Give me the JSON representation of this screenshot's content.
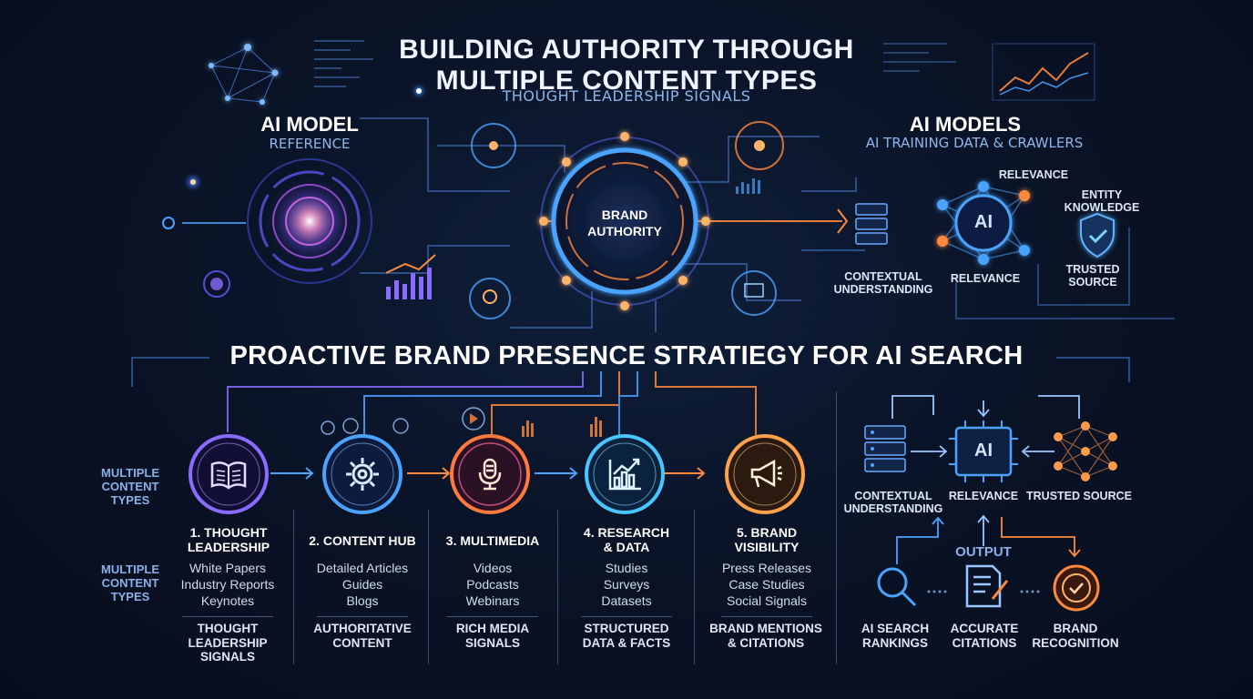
{
  "header": {
    "title_line1": "BUILDING AUTHORITY THROUGH",
    "title_line2": "MULTIPLE CONTENT TYPES",
    "subtitle": "THOUGHT LEADERSHIP SIGNALS"
  },
  "left_panel": {
    "title": "AI MODEL",
    "subtitle": "REFERENCE"
  },
  "hub": {
    "line1": "BRAND",
    "line2": "AUTHORITY"
  },
  "right_panel": {
    "title": "AI MODELS",
    "subtitle": "AI TRAINING DATA & CRAWLERS",
    "ai_chip": "AI",
    "labels": {
      "relevance_top": "RELEVANCE",
      "entity_line1": "ENTITY",
      "entity_line2": "KNOWLEDGE",
      "contextual_line1": "CONTEXTUAL",
      "contextual_line2": "UNDERSTANDING",
      "relevance_bottom": "RELEVANCE",
      "trusted_line1": "TRUSTED",
      "trusted_line2": "SOURCE"
    }
  },
  "banner": "PROACTIVE BRAND PRESENCE STRATIEGY FOR AI SEARCH",
  "side_labels": {
    "top": [
      "MULTIPLE",
      "CONTENT",
      "TYPES"
    ],
    "bottom": [
      "MULTIPLE",
      "CONTENT",
      "TYPES"
    ]
  },
  "columns": [
    {
      "title": [
        "1. THOUGHT",
        "LEADERSHIP"
      ],
      "items": [
        "White Papers",
        "Industry Reports",
        "Keynotes"
      ],
      "signal": [
        "THOUGHT",
        "LEADERSHIP",
        "SIGNALS"
      ],
      "color": "#8a6cff",
      "icon": "book-icon"
    },
    {
      "title": [
        "2. CONTENT HUB"
      ],
      "items": [
        "Detailed Articles",
        "Guides",
        "Blogs"
      ],
      "signal": [
        "AUTHORITATIVE",
        "CONTENT"
      ],
      "color": "#4aa3ff",
      "icon": "gear-icon"
    },
    {
      "title": [
        "3. MULTIMEDIA"
      ],
      "items": [
        "Videos",
        "Podcasts",
        "Webinars"
      ],
      "signal": [
        "RICH MEDIA",
        "SIGNALS"
      ],
      "color": "#ff7a3c",
      "icon": "microphone-icon"
    },
    {
      "title": [
        "4. RESEARCH",
        "& DATA"
      ],
      "items": [
        "Studies",
        "Surveys",
        "Datasets"
      ],
      "signal": [
        "STRUCTURED",
        "DATA & FACTS"
      ],
      "color": "#49c6ff",
      "icon": "chart-icon"
    },
    {
      "title": [
        "5. BRAND",
        "VISIBILITY"
      ],
      "items": [
        "Press Releases",
        "Case Studies",
        "Social Signals"
      ],
      "signal": [
        "BRAND MENTIONS",
        "& CITATIONS"
      ],
      "color": "#ffa24a",
      "icon": "megaphone-icon"
    }
  ],
  "output_panel": {
    "ai_chip": "AI",
    "contextual": [
      "CONTEXTUAL",
      "UNDERSTANDING"
    ],
    "relevance": "RELEVANCE",
    "trusted": "TRUSTED SOURCE",
    "output": "OUTPUT",
    "results": [
      {
        "label": [
          "AI SEARCH",
          "RANKINGS"
        ],
        "icon": "search-icon"
      },
      {
        "label": [
          "ACCURATE",
          "CITATIONS"
        ],
        "icon": "document-icon"
      },
      {
        "label": [
          "BRAND",
          "RECOGNITION"
        ],
        "icon": "badge-icon"
      }
    ]
  },
  "colors": {
    "background": "#0a1428",
    "blue": "#4aa3ff",
    "purple": "#8a6cff",
    "orange": "#ff8a3c",
    "cyan": "#49c6ff"
  }
}
